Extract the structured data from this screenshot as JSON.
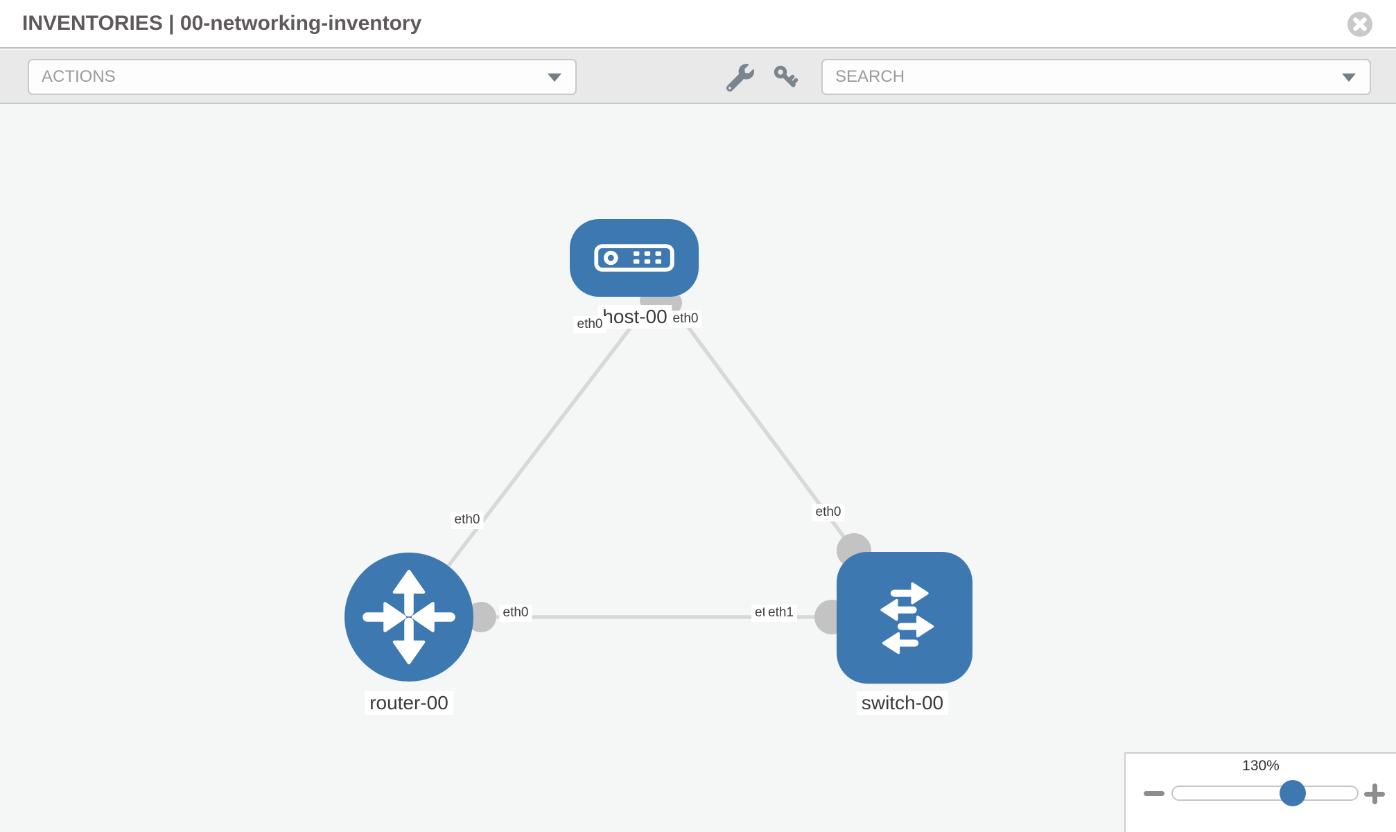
{
  "header": {
    "title": "INVENTORIES | 00-networking-inventory"
  },
  "toolbar": {
    "actions_label": "ACTIONS",
    "search_placeholder": "SEARCH",
    "icons": [
      "wrench-icon",
      "key-icon",
      "chevron-down-icon"
    ]
  },
  "canvas": {
    "nodes": [
      {
        "id": "host-00",
        "label": "host-00",
        "type": "host"
      },
      {
        "id": "router-00",
        "label": "router-00",
        "type": "router"
      },
      {
        "id": "switch-00",
        "label": "switch-00",
        "type": "switch"
      }
    ],
    "links": [
      {
        "from": "host-00",
        "from_if": "eth0",
        "to": "router-00",
        "to_if": "eth0"
      },
      {
        "from": "host-00",
        "from_if": "eth0",
        "to": "switch-00",
        "to_if": "eth0"
      },
      {
        "from": "router-00",
        "from_if": "eth0",
        "to": "switch-00",
        "to_if": "eth1"
      }
    ],
    "interface_labels": {
      "host_left": "eth0",
      "host_right": "eth0",
      "router_top": "eth0",
      "switch_top": "eth0",
      "router_right": "eth0",
      "switch_left_under": "eth0",
      "switch_left": "eth1"
    }
  },
  "zoom_control": {
    "level": "130%"
  },
  "colors": {
    "node_blue": "#3d79b0",
    "link_gray": "#d8d8d8",
    "endpoint_gray": "#c3c3c3",
    "toolbar_bg": "#e9e9e9",
    "canvas_bg": "#f5f6f6",
    "muted_text": "#9b9b9b",
    "title_text": "#5e5a5a",
    "icon_gray": "#7b858e"
  }
}
